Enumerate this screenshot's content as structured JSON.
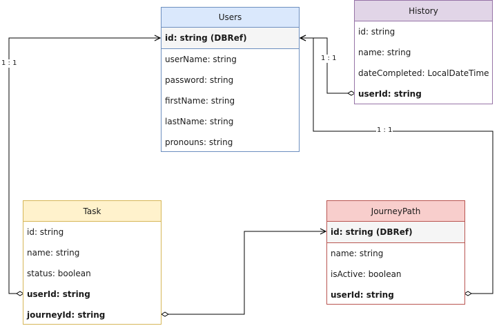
{
  "entities": {
    "users": {
      "title": "Users",
      "fields": [
        "id: string (DBRef)",
        "userName: string",
        "password: string",
        "firstName: string",
        "lastName: string",
        "pronouns: string"
      ],
      "colors": {
        "header": "#dae8fc",
        "border": "#6c8ebf"
      }
    },
    "history": {
      "title": "History",
      "fields": [
        "id: string",
        "name: string",
        "dateCompleted: LocalDateTime",
        "userId: string"
      ],
      "colors": {
        "header": "#e1d5e7",
        "border": "#9673a6"
      }
    },
    "task": {
      "title": "Task",
      "fields": [
        "id: string",
        "name: string",
        "status: boolean",
        "userId: string",
        "journeyId: string"
      ],
      "colors": {
        "header": "#fff2cc",
        "border": "#d6b656"
      }
    },
    "journeypath": {
      "title": "JourneyPath",
      "fields": [
        "id: string (DBRef)",
        "name: string",
        "isActive: boolean",
        "userId: string"
      ],
      "colors": {
        "header": "#f8cecc",
        "border": "#b85450"
      }
    }
  },
  "relationships": [
    {
      "from": "task.userId",
      "to": "users.id",
      "label": "1 : 1"
    },
    {
      "from": "history.userId",
      "to": "users.id",
      "label": "1 : 1"
    },
    {
      "from": "journeypath.userId",
      "to": "users.id",
      "label": "1 : 1"
    },
    {
      "from": "task.journeyId",
      "to": "journeypath.id",
      "label": ""
    }
  ]
}
